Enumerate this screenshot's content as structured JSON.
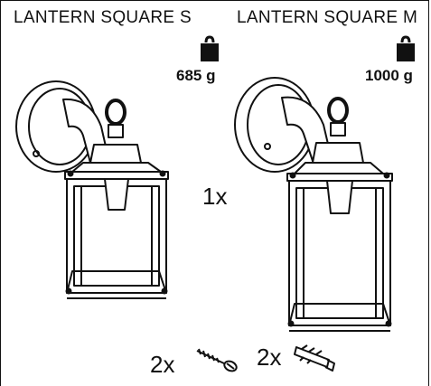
{
  "products": [
    {
      "name": "LANTERN SQUARE S",
      "weight": "685 g"
    },
    {
      "name": "LANTERN SQUARE M",
      "weight": "1000 g"
    }
  ],
  "lantern_quantity": "1x",
  "screw_quantity": "2x",
  "dowel_quantity": "2x",
  "icons": [
    "weight-icon",
    "lantern-illustration",
    "screw-icon",
    "wall-plug-icon"
  ]
}
